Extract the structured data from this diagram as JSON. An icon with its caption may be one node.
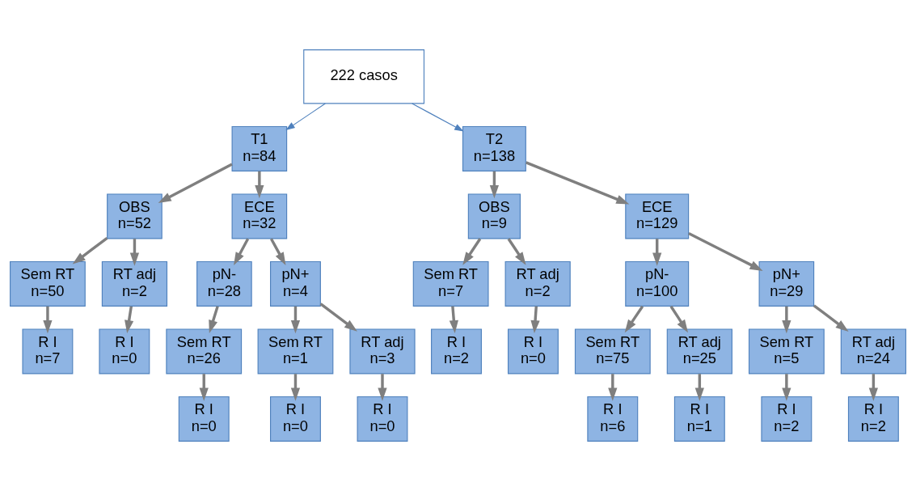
{
  "diagram": {
    "nodes": [
      {
        "text": [
          "222 casos"
        ]
      },
      {
        "text": [
          "T1",
          "n=84"
        ]
      },
      {
        "text": [
          "T2",
          "n=138"
        ]
      },
      {
        "text": [
          "OBS",
          "n=52"
        ]
      },
      {
        "text": [
          "ECE",
          "n=32"
        ]
      },
      {
        "text": [
          "Sem RT",
          "n=50"
        ]
      },
      {
        "text": [
          "RT adj",
          "n=2"
        ]
      },
      {
        "text": [
          "R I",
          "n=7"
        ]
      },
      {
        "text": [
          "R I",
          "n=0"
        ]
      },
      {
        "text": [
          "pN-",
          "n=28"
        ]
      },
      {
        "text": [
          "pN+",
          "n=4"
        ]
      },
      {
        "text": [
          "Sem RT",
          "n=26"
        ]
      },
      {
        "text": [
          "R I",
          "n=0"
        ]
      },
      {
        "text": [
          "Sem RT",
          "n=1"
        ]
      },
      {
        "text": [
          "RT adj",
          "n=3"
        ]
      },
      {
        "text": [
          "R I",
          "n=0"
        ]
      },
      {
        "text": [
          "R I",
          "n=0"
        ]
      },
      {
        "text": [
          "OBS",
          "n=9"
        ]
      },
      {
        "text": [
          "ECE",
          "n=129"
        ]
      },
      {
        "text": [
          "Sem RT",
          "n=7"
        ]
      },
      {
        "text": [
          "RT adj",
          "n=2"
        ]
      },
      {
        "text": [
          "R I",
          "n=2"
        ]
      },
      {
        "text": [
          "R I",
          "n=0"
        ]
      },
      {
        "text": [
          "pN-",
          "n=100"
        ]
      },
      {
        "text": [
          "pN+",
          "n=29"
        ]
      },
      {
        "text": [
          "Sem RT",
          "n=75"
        ]
      },
      {
        "text": [
          "RT adj",
          "n=25"
        ]
      },
      {
        "text": [
          "Sem RT",
          "n=5"
        ]
      },
      {
        "text": [
          "RT adj",
          "n=24"
        ]
      },
      {
        "text": [
          "R I",
          "n=6"
        ]
      },
      {
        "text": [
          "R I",
          "n=1"
        ]
      },
      {
        "text": [
          "R I",
          "n=2"
        ]
      },
      {
        "text": [
          "R I",
          "n=2"
        ]
      }
    ],
    "edges": [
      {
        "from": 0,
        "to": 1,
        "arrow": "to",
        "color": "#4f81bd"
      },
      {
        "from": 0,
        "to": 2,
        "arrow": "to",
        "color": "#4f81bd"
      },
      {
        "from": 1,
        "to": 3,
        "arrow": "to"
      },
      {
        "from": 1,
        "to": 4,
        "arrow": "to"
      },
      {
        "from": 3,
        "to": 5,
        "arrow": "to"
      },
      {
        "from": 3,
        "to": 6,
        "arrow": "to"
      },
      {
        "from": 5,
        "to": 7,
        "arrow": "to"
      },
      {
        "from": 6,
        "to": 8,
        "arrow": "to"
      },
      {
        "from": 4,
        "to": 9,
        "arrow": "to"
      },
      {
        "from": 4,
        "to": 10,
        "arrow": "to"
      },
      {
        "from": 9,
        "to": 11,
        "arrow": "to"
      },
      {
        "from": 11,
        "to": 12,
        "arrow": "to"
      },
      {
        "from": 10,
        "to": 13,
        "arrow": "to"
      },
      {
        "from": 10,
        "to": 14,
        "arrow": "to"
      },
      {
        "from": 13,
        "to": 15,
        "arrow": "to"
      },
      {
        "from": 14,
        "to": 16,
        "arrow": "to"
      },
      {
        "from": 2,
        "to": 17,
        "arrow": "to"
      },
      {
        "from": 2,
        "to": 18,
        "arrow": "to"
      },
      {
        "from": 17,
        "to": 19,
        "arrow": "to"
      },
      {
        "from": 17,
        "to": 20,
        "arrow": "to"
      },
      {
        "from": 19,
        "to": 21,
        "arrow": "to"
      },
      {
        "from": 20,
        "to": 22,
        "arrow": "to"
      },
      {
        "from": 18,
        "to": 23,
        "arrow": "to"
      },
      {
        "from": 18,
        "to": 24,
        "arrow": "to"
      },
      {
        "from": 23,
        "to": 25,
        "arrow": "to"
      },
      {
        "from": 23,
        "to": 26,
        "arrow": "to"
      },
      {
        "from": 24,
        "to": 27,
        "arrow": "to"
      },
      {
        "from": 24,
        "to": 28,
        "arrow": "to"
      },
      {
        "from": 25,
        "to": 29,
        "arrow": "to"
      },
      {
        "from": 26,
        "to": 30,
        "arrow": "to"
      },
      {
        "from": 27,
        "to": 31,
        "arrow": "to"
      },
      {
        "from": 28,
        "to": 32,
        "arrow": "to"
      }
    ]
  }
}
